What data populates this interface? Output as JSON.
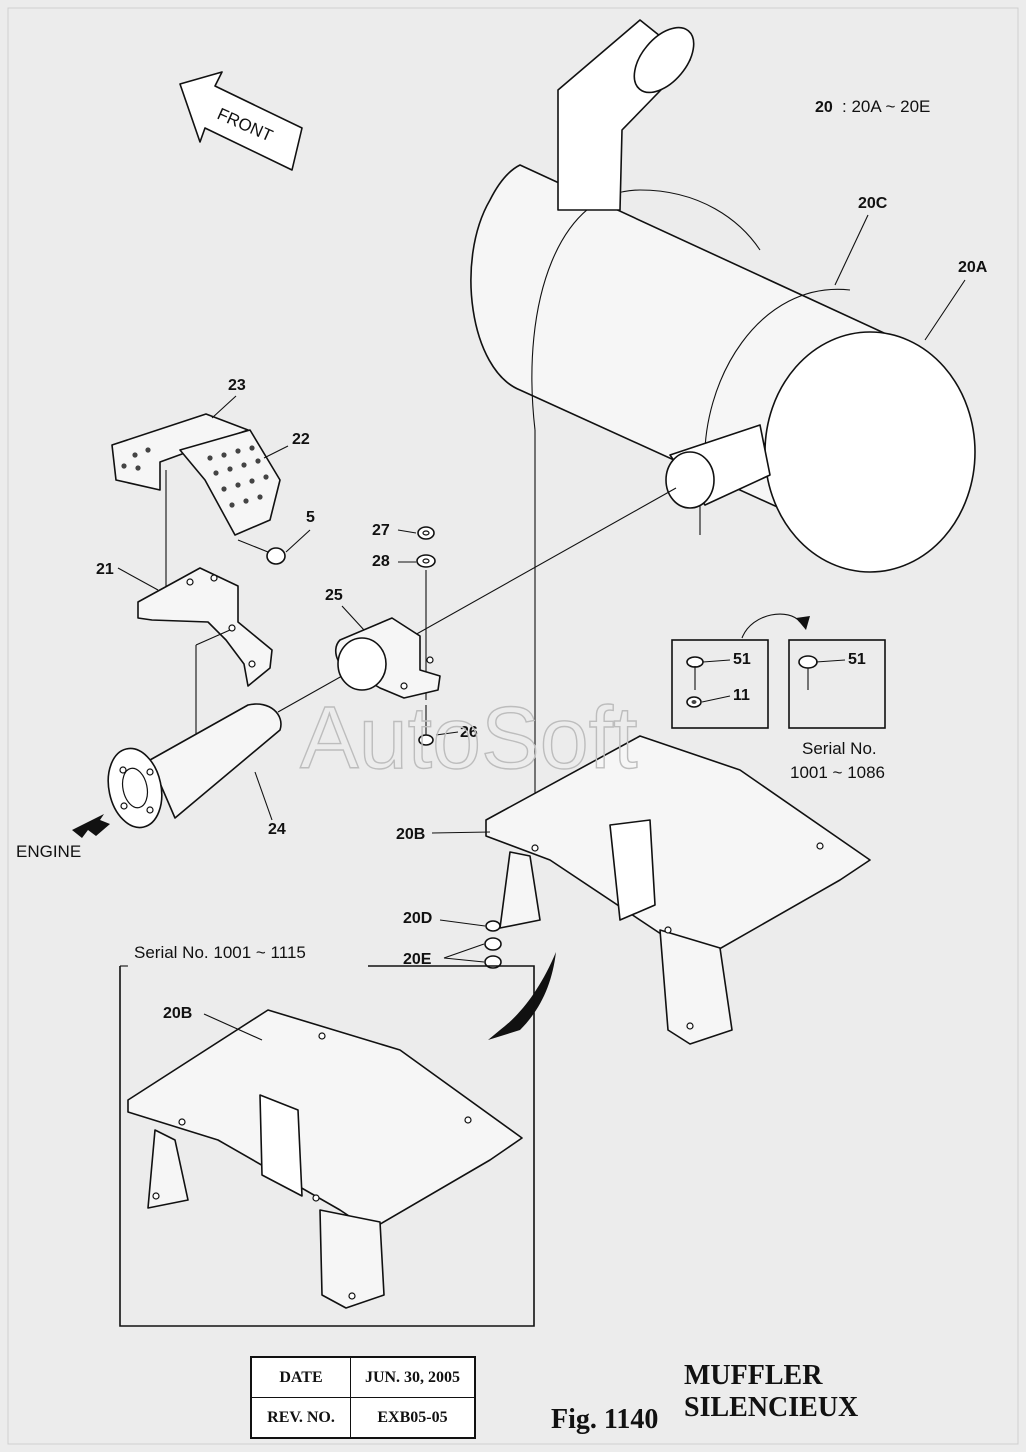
{
  "directions": {
    "front": "FRONT",
    "engine": "ENGINE"
  },
  "assembly_note": {
    "code": "20",
    "range": ": 20A ~ 20E"
  },
  "callouts": {
    "c20C": "20C",
    "c20A": "20A",
    "c23": "23",
    "c22": "22",
    "c5": "5",
    "c21": "21",
    "c27": "27",
    "c28": "28",
    "c25": "25",
    "c26": "26",
    "c24": "24",
    "c20B": "20B",
    "c20D": "20D",
    "c20E": "20E",
    "c51a": "51",
    "c11": "11",
    "c51b": "51",
    "c20B_inset": "20B"
  },
  "serial_notes": {
    "bolt_box_label": "Serial No.",
    "bolt_box_range": "1001 ~ 1086",
    "inset_label": "Serial No. 1001 ~ 1115"
  },
  "watermark": "AutoSoft",
  "title_block": {
    "date_label": "DATE",
    "date_value": "JUN.  30, 2005",
    "rev_label": "REV. NO.",
    "rev_value": "EXB05-05"
  },
  "figure": {
    "number": "Fig. 1140",
    "title_en": "MUFFLER",
    "title_fr": "SILENCIEUX"
  }
}
